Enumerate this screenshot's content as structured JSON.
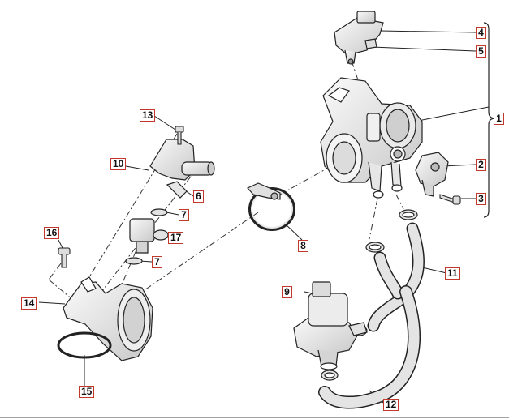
{
  "colors": {
    "callout_border": "#c0392b",
    "line": "#222222",
    "part_fill": "#e9e9e9",
    "part_shade": "#bdbdbd"
  },
  "callouts": {
    "c1": "1",
    "c2": "2",
    "c3": "3",
    "c4": "4",
    "c5": "5",
    "c6": "6",
    "c7a": "7",
    "c7b": "7",
    "c8": "8",
    "c9": "9",
    "c10": "10",
    "c11": "11",
    "c12": "12",
    "c13": "13",
    "c14": "14",
    "c15": "15",
    "c16": "16",
    "c17": "17"
  }
}
